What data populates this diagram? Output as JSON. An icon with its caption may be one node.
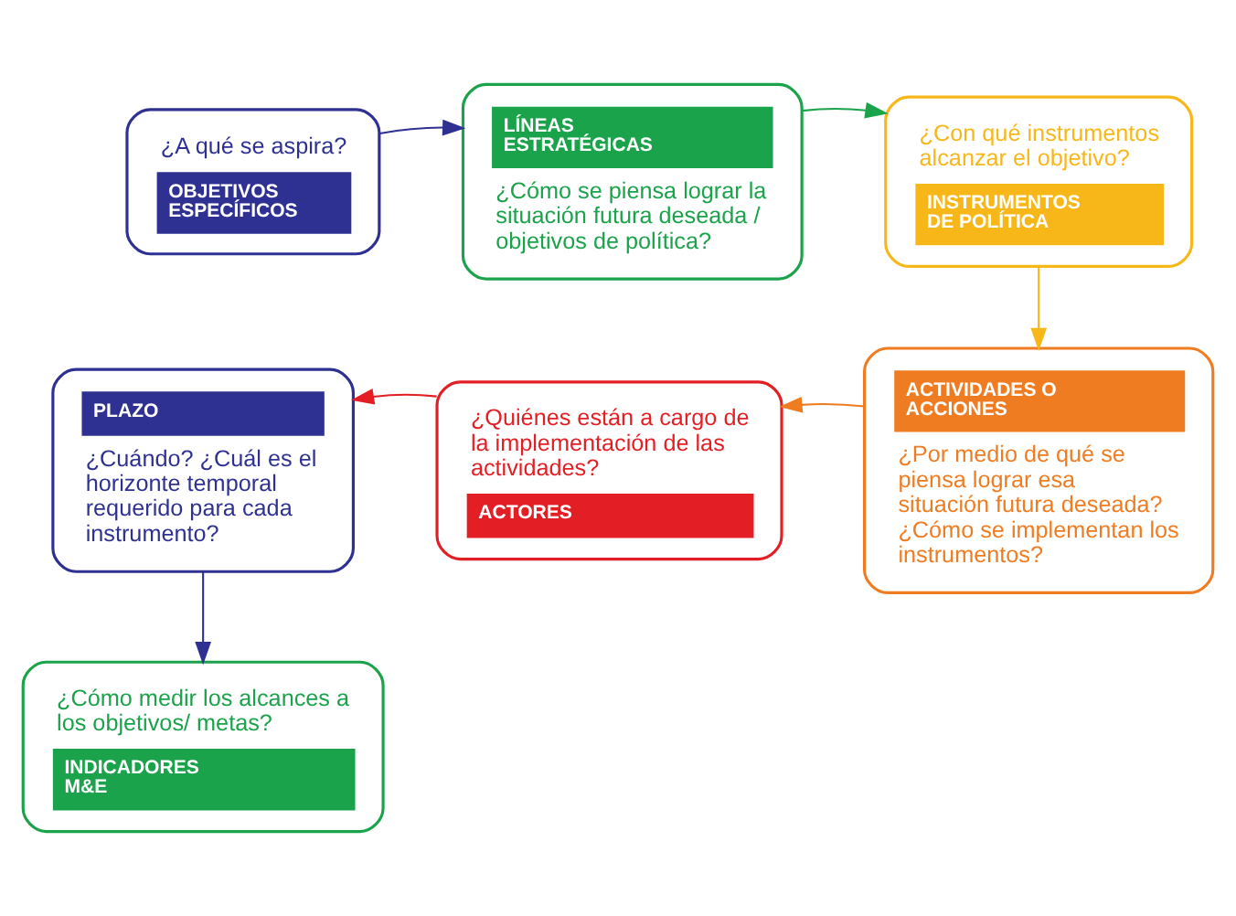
{
  "diagram": {
    "nodes": [
      {
        "text": [
          "¿A qué se aspira?",
          "OBJETIVOS ESPECÍFICOS"
        ]
      },
      {
        "text": [
          "LÍNEAS ESTRATÉGICAS",
          "¿Cómo se piensa lograr la situación futura deseada / objetivos de política?"
        ]
      },
      {
        "text": [
          "¿Con qué instrumentos alcanzar el objetivo?",
          "INSTRUMENTOS DE POLÍTICA"
        ]
      },
      {
        "text": [
          "ACTIVIDADES O ACCIONES",
          "¿Por medio de qué se piensa lograr esa situación futura deseada? ¿Cómo se implementan los instrumentos?"
        ]
      },
      {
        "text": [
          "¿Quiénes están a cargo de la implementación de las actividades?",
          "ACTORES"
        ]
      },
      {
        "text": [
          "PLAZO",
          "¿Cuándo? ¿Cuál es el horizonte temporal requerido para cada instrumento?"
        ]
      },
      {
        "text": [
          "¿Cómo medir los alcances a los objetivos/ metas?",
          "INDICADORES M&E"
        ]
      }
    ],
    "edges": [
      {
        "from": 0,
        "to": 1,
        "arrow": "to",
        "color": "#2e3192"
      },
      {
        "from": 1,
        "to": 2,
        "arrow": "to",
        "color": "#1aa34a"
      },
      {
        "from": 2,
        "to": 3,
        "arrow": "to",
        "color": "#f7b718"
      },
      {
        "from": 3,
        "to": 4,
        "arrow": "to",
        "color": "#f07c22"
      },
      {
        "from": 4,
        "to": 5,
        "arrow": "to",
        "color": "#e31e24"
      },
      {
        "from": 5,
        "to": 6,
        "arrow": "to",
        "color": "#2e3192"
      }
    ]
  }
}
